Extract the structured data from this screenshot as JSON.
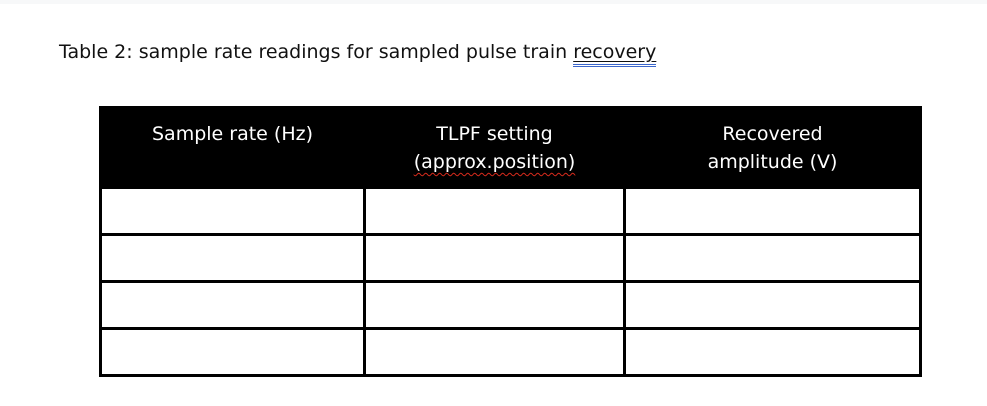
{
  "document": {
    "caption_prefix": "Table 2: sample rate readings for sampled pulse train ",
    "caption_underlined_word": "recovery"
  },
  "table": {
    "header": [
      {
        "line1": "Sample rate (Hz)",
        "line2": ""
      },
      {
        "line1": "TLPF setting",
        "line2": "(approx.position)",
        "line2_spellcheck": true
      },
      {
        "line1": "Recovered",
        "line2": "amplitude (V)"
      }
    ],
    "rows": [
      [
        "",
        "",
        ""
      ],
      [
        "",
        "",
        ""
      ],
      [
        "",
        "",
        ""
      ],
      [
        "",
        "",
        ""
      ]
    ]
  },
  "colors": {
    "header_bg": "#000000",
    "header_text": "#ffffff",
    "table_border": "#000000",
    "spellcheck_underline": "#d92b1c",
    "grammar_underline": "#3b66cc",
    "title_text": "#111111"
  }
}
